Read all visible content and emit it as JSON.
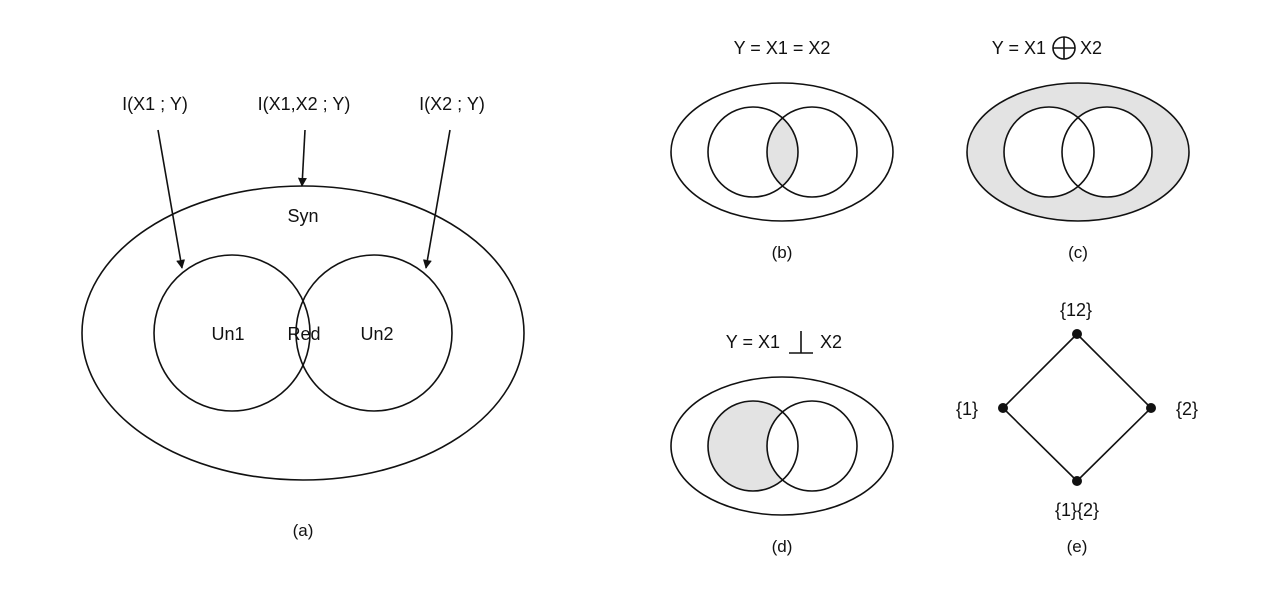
{
  "colors": {
    "ink": "#111111",
    "shade": "#e3e3e3",
    "background": "#ffffff"
  },
  "panel_a": {
    "arrow_labels": [
      "I(X1 ; Y)",
      "I(X1,X2 ; Y)",
      "I(X2 ; Y)"
    ],
    "region_labels": {
      "syn": "Syn",
      "un1": "Un1",
      "red": "Red",
      "un2": "Un2"
    },
    "caption": "(a)"
  },
  "panel_b": {
    "title": "Y = X1 = X2",
    "caption": "(b)",
    "shaded_region": "intersection"
  },
  "panel_c": {
    "title_left": "Y = X1",
    "operator_icon": "circled-plus-icon",
    "title_right": "X2",
    "caption": "(c)",
    "shaded_region": "outside-circles"
  },
  "panel_d": {
    "title_left": "Y = X1",
    "operator_icon": "perpendicular-icon",
    "title_right": "X2",
    "caption": "(d)",
    "shaded_region": "left-circle-only"
  },
  "panel_e": {
    "nodes": {
      "top": "{12}",
      "left": "{1}",
      "right": "{2}",
      "bottom": "{1}{2}"
    },
    "caption": "(e)"
  }
}
